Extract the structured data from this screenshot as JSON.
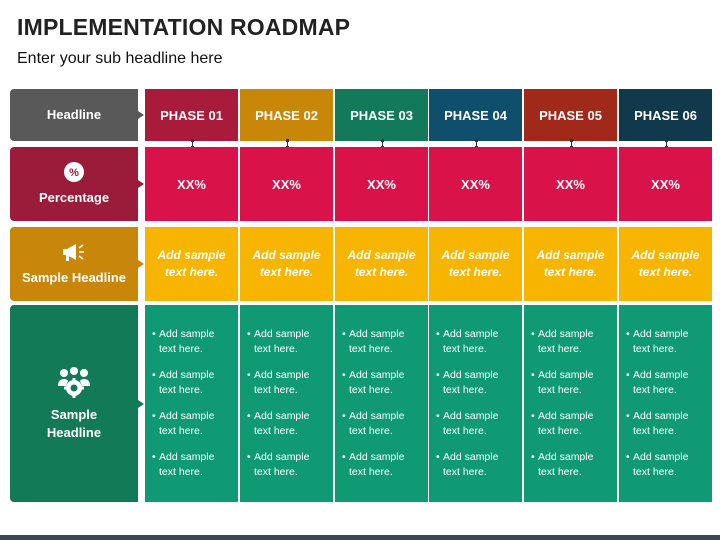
{
  "title": "IMPLEMENTATION ROADMAP",
  "subtitle": "Enter your sub headline here",
  "labels": {
    "headline": "Headline",
    "percentage": "Percentage",
    "sample_headline_1": "Sample Headline",
    "sample_headline_2": "Sample Headline"
  },
  "icons": {
    "percentage": "percent-badge-icon",
    "sample_headline_1": "megaphone-icon",
    "sample_headline_2": "team-gear-icon"
  },
  "colors": {
    "headline_label": "#595959",
    "percentage_label": "#9b1b3a",
    "percentage_cells": "#d9134a",
    "sample1_label": "#c8870b",
    "sample1_cells": "#f7b500",
    "sample2_label": "#137a58",
    "sample2_cells": "#0f9a74",
    "phase_colors": [
      "#a81b3a",
      "#c9870a",
      "#127a5a",
      "#0f4e6c",
      "#a0291a",
      "#103a4c"
    ]
  },
  "phases": [
    {
      "name": "PHASE 01",
      "percentage": "XX%",
      "sample_text": "Add sample text here.",
      "bullets": [
        "Add sample text here.",
        "Add sample text here.",
        "Add sample text here.",
        "Add sample text here."
      ]
    },
    {
      "name": "PHASE 02",
      "percentage": "XX%",
      "sample_text": "Add sample text here.",
      "bullets": [
        "Add sample text here.",
        "Add sample text here.",
        "Add sample text here.",
        "Add sample text here."
      ]
    },
    {
      "name": "PHASE 03",
      "percentage": "XX%",
      "sample_text": "Add sample text here.",
      "bullets": [
        "Add sample text here.",
        "Add sample text here.",
        "Add sample text here.",
        "Add sample text here."
      ]
    },
    {
      "name": "PHASE 04",
      "percentage": "XX%",
      "sample_text": "Add sample text here.",
      "bullets": [
        "Add sample text here.",
        "Add sample text here.",
        "Add sample text here.",
        "Add sample text here."
      ]
    },
    {
      "name": "PHASE 05",
      "percentage": "XX%",
      "sample_text": "Add sample text here.",
      "bullets": [
        "Add sample text here.",
        "Add sample text here.",
        "Add sample text here.",
        "Add sample text here."
      ]
    },
    {
      "name": "PHASE 06",
      "percentage": "XX%",
      "sample_text": "Add sample text here.",
      "bullets": [
        "Add sample text here.",
        "Add sample text here.",
        "Add sample text here.",
        "Add sample text here."
      ]
    }
  ]
}
